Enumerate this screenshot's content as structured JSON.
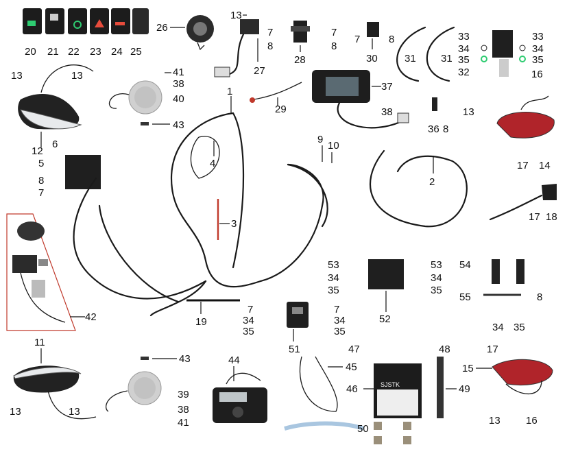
{
  "callouts": {
    "n1": "1",
    "n2": "2",
    "n3": "3",
    "n4": "4",
    "n5": "5",
    "n6": "6",
    "n7": "7",
    "n8": "8",
    "n9": "9",
    "n10": "10",
    "n11": "11",
    "n12": "12",
    "n13": "13",
    "n14": "14",
    "n15": "15",
    "n16": "16",
    "n17": "17",
    "n18": "18",
    "n19": "19",
    "n20": "20",
    "n21": "21",
    "n22": "22",
    "n23": "23",
    "n24": "24",
    "n25": "25",
    "n26": "26",
    "n27": "27",
    "n28": "28",
    "n29": "29",
    "n30": "30",
    "n31": "31",
    "n32": "32",
    "n33": "33",
    "n34": "34",
    "n35": "35",
    "n36": "36",
    "n37": "37",
    "n38": "38",
    "n39": "39",
    "n40": "40",
    "n41": "41",
    "n42": "42",
    "n43": "43",
    "n44": "44",
    "n45": "45",
    "n46": "46",
    "n47": "47",
    "n48": "48",
    "n49": "49",
    "n50": "50",
    "n51": "51",
    "n52": "52",
    "n53": "53",
    "n54": "54",
    "n55": "55"
  },
  "battery_brand": "SJSTK",
  "colors": {
    "line": "#1a1a1a",
    "taillight": "#b0242a",
    "callout_box": "#c0392b",
    "switch": "#1c1c1c"
  }
}
